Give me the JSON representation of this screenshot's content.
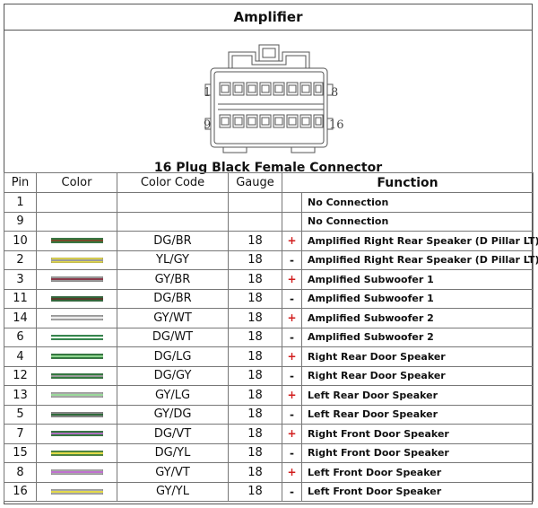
{
  "title": "Amplifier",
  "connector_title": "16 Plug Black Female Connector",
  "pin_labels": {
    "top_left": "1",
    "top_right": "8",
    "bottom_left": "9",
    "bottom_right": "16"
  },
  "headers": {
    "pin": "Pin",
    "color": "Color",
    "code": "Color Code",
    "gauge": "Gauge",
    "function": "Function"
  },
  "rows": [
    {
      "pin": "1",
      "code": "",
      "gauge": "",
      "sign": "",
      "function": "No Connection",
      "wire": [
        "",
        ""
      ]
    },
    {
      "pin": "9",
      "code": "",
      "gauge": "",
      "sign": "",
      "function": "No Connection",
      "wire": [
        "",
        ""
      ]
    },
    {
      "pin": "10",
      "code": "DG/BR",
      "gauge": "18",
      "sign": "+",
      "function": "Amplified Right Rear Speaker (D Pillar LT)",
      "wire": [
        "#2f7a3c",
        "#7a4a2a"
      ]
    },
    {
      "pin": "2",
      "code": "YL/GY",
      "gauge": "18",
      "sign": "-",
      "function": "Amplified Right Rear Speaker (D Pillar LT)",
      "wire": [
        "#e3d94a",
        "#9a9a9a"
      ]
    },
    {
      "pin": "3",
      "code": "GY/BR",
      "gauge": "18",
      "sign": "+",
      "function": "Amplified Subwoofer 1",
      "wire": [
        "#9a9a9a",
        "#8a3a4a"
      ]
    },
    {
      "pin": "11",
      "code": "DG/BR",
      "gauge": "18",
      "sign": "-",
      "function": "Amplified Subwoofer 1",
      "wire": [
        "#2f6a3a",
        "#5a3a2a"
      ]
    },
    {
      "pin": "14",
      "code": "GY/WT",
      "gauge": "18",
      "sign": "+",
      "function": "Amplified Subwoofer 2",
      "wire": [
        "#a8a8a8",
        "#ececec"
      ]
    },
    {
      "pin": "6",
      "code": "DG/WT",
      "gauge": "18",
      "sign": "-",
      "function": "Amplified Subwoofer 2",
      "wire": [
        "#2f8a4a",
        "#e8f2e8"
      ]
    },
    {
      "pin": "4",
      "code": "DG/LG",
      "gauge": "18",
      "sign": "+",
      "function": "Right Rear Door Speaker",
      "wire": [
        "#2f7a3c",
        "#8fd48f"
      ]
    },
    {
      "pin": "12",
      "code": "DG/GY",
      "gauge": "18",
      "sign": "-",
      "function": "Right Rear Door Speaker",
      "wire": [
        "#2f7a3c",
        "#9a9a9a"
      ]
    },
    {
      "pin": "13",
      "code": "GY/LG",
      "gauge": "18",
      "sign": "+",
      "function": "Left Rear Door Speaker",
      "wire": [
        "#a8a8a8",
        "#9ad89a"
      ]
    },
    {
      "pin": "5",
      "code": "GY/DG",
      "gauge": "18",
      "sign": "-",
      "function": "Left Rear Door Speaker",
      "wire": [
        "#8a8a8a",
        "#2f6a3a"
      ]
    },
    {
      "pin": "7",
      "code": "DG/VT",
      "gauge": "18",
      "sign": "+",
      "function": "Right Front  Door Speaker",
      "wire": [
        "#2f7a3c",
        "#b070c0"
      ]
    },
    {
      "pin": "15",
      "code": "DG/YL",
      "gauge": "18",
      "sign": "-",
      "function": "Right Front  Door Speaker",
      "wire": [
        "#4a8a3a",
        "#e3d94a"
      ]
    },
    {
      "pin": "8",
      "code": "GY/VT",
      "gauge": "18",
      "sign": "+",
      "function": "Left Front  Door Speaker",
      "wire": [
        "#a8a8a8",
        "#c070d0"
      ]
    },
    {
      "pin": "16",
      "code": "GY/YL",
      "gauge": "18",
      "sign": "-",
      "function": "Left Front  Door Speaker",
      "wire": [
        "#a8a8a8",
        "#e3d94a"
      ]
    }
  ]
}
